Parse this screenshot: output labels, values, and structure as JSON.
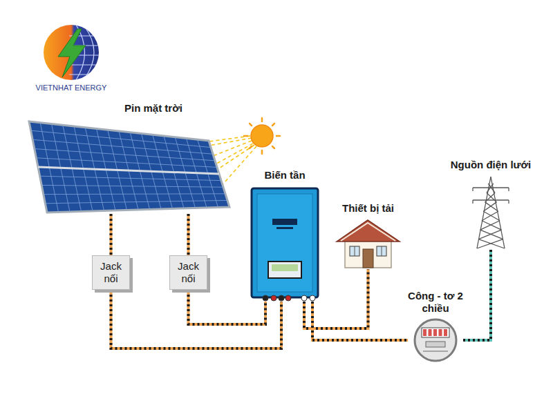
{
  "diagram": {
    "nodes": [
      {
        "text": [
          "Pin mặt trời"
        ]
      },
      {
        "text": [
          "Jack nối"
        ]
      },
      {
        "text": [
          "Jack nối"
        ]
      },
      {
        "text": [
          "Biến tần"
        ]
      },
      {
        "text": [
          "Thiết bị tải"
        ]
      },
      {
        "text": [
          "Công - tơ 2 chiều"
        ]
      },
      {
        "text": [
          "Nguồn điện lưới"
        ]
      }
    ],
    "edges": [
      {
        "from": 0,
        "to": 1,
        "arrow": "none"
      },
      {
        "from": 0,
        "to": 2,
        "arrow": "none"
      },
      {
        "from": 1,
        "to": 3,
        "arrow": "none"
      },
      {
        "from": 2,
        "to": 3,
        "arrow": "none"
      },
      {
        "from": 3,
        "to": 4,
        "arrow": "none"
      },
      {
        "from": 3,
        "to": 5,
        "arrow": "none"
      },
      {
        "from": 5,
        "to": 6,
        "arrow": "none"
      }
    ],
    "labels": [
      "VIETNHAT ENERGY"
    ]
  }
}
